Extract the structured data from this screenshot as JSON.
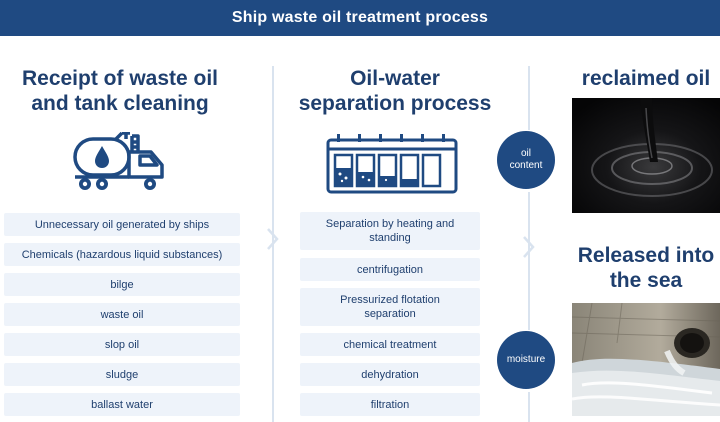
{
  "header": {
    "title": "Ship waste oil treatment process"
  },
  "receipt": {
    "title_line1": "Receipt of waste oil",
    "title_line2": "and tank cleaning",
    "items": [
      "Unnecessary oil generated by ships",
      "Chemicals (hazardous liquid substances)",
      "bilge",
      "waste oil",
      "slop oil",
      "sludge",
      "ballast water"
    ]
  },
  "separation": {
    "title_line1": "Oil-water",
    "title_line2": "separation process",
    "items": [
      [
        "Separation by heating and",
        "standing"
      ],
      [
        "centrifugation"
      ],
      [
        "Pressurized flotation",
        "separation"
      ],
      [
        "chemical treatment"
      ],
      [
        "dehydration"
      ],
      [
        "filtration"
      ]
    ]
  },
  "outputs": {
    "oil_circle_line1": "oil",
    "oil_circle_line2": "content",
    "moisture_circle": "moisture",
    "reclaimed_title": "reclaimed oil",
    "released_title_line1": "Released into",
    "released_title_line2": "the sea"
  },
  "colors": {
    "brand_navy": "#1f4a82",
    "item_bg": "#eef3fa",
    "divider": "#d9e3ef"
  }
}
